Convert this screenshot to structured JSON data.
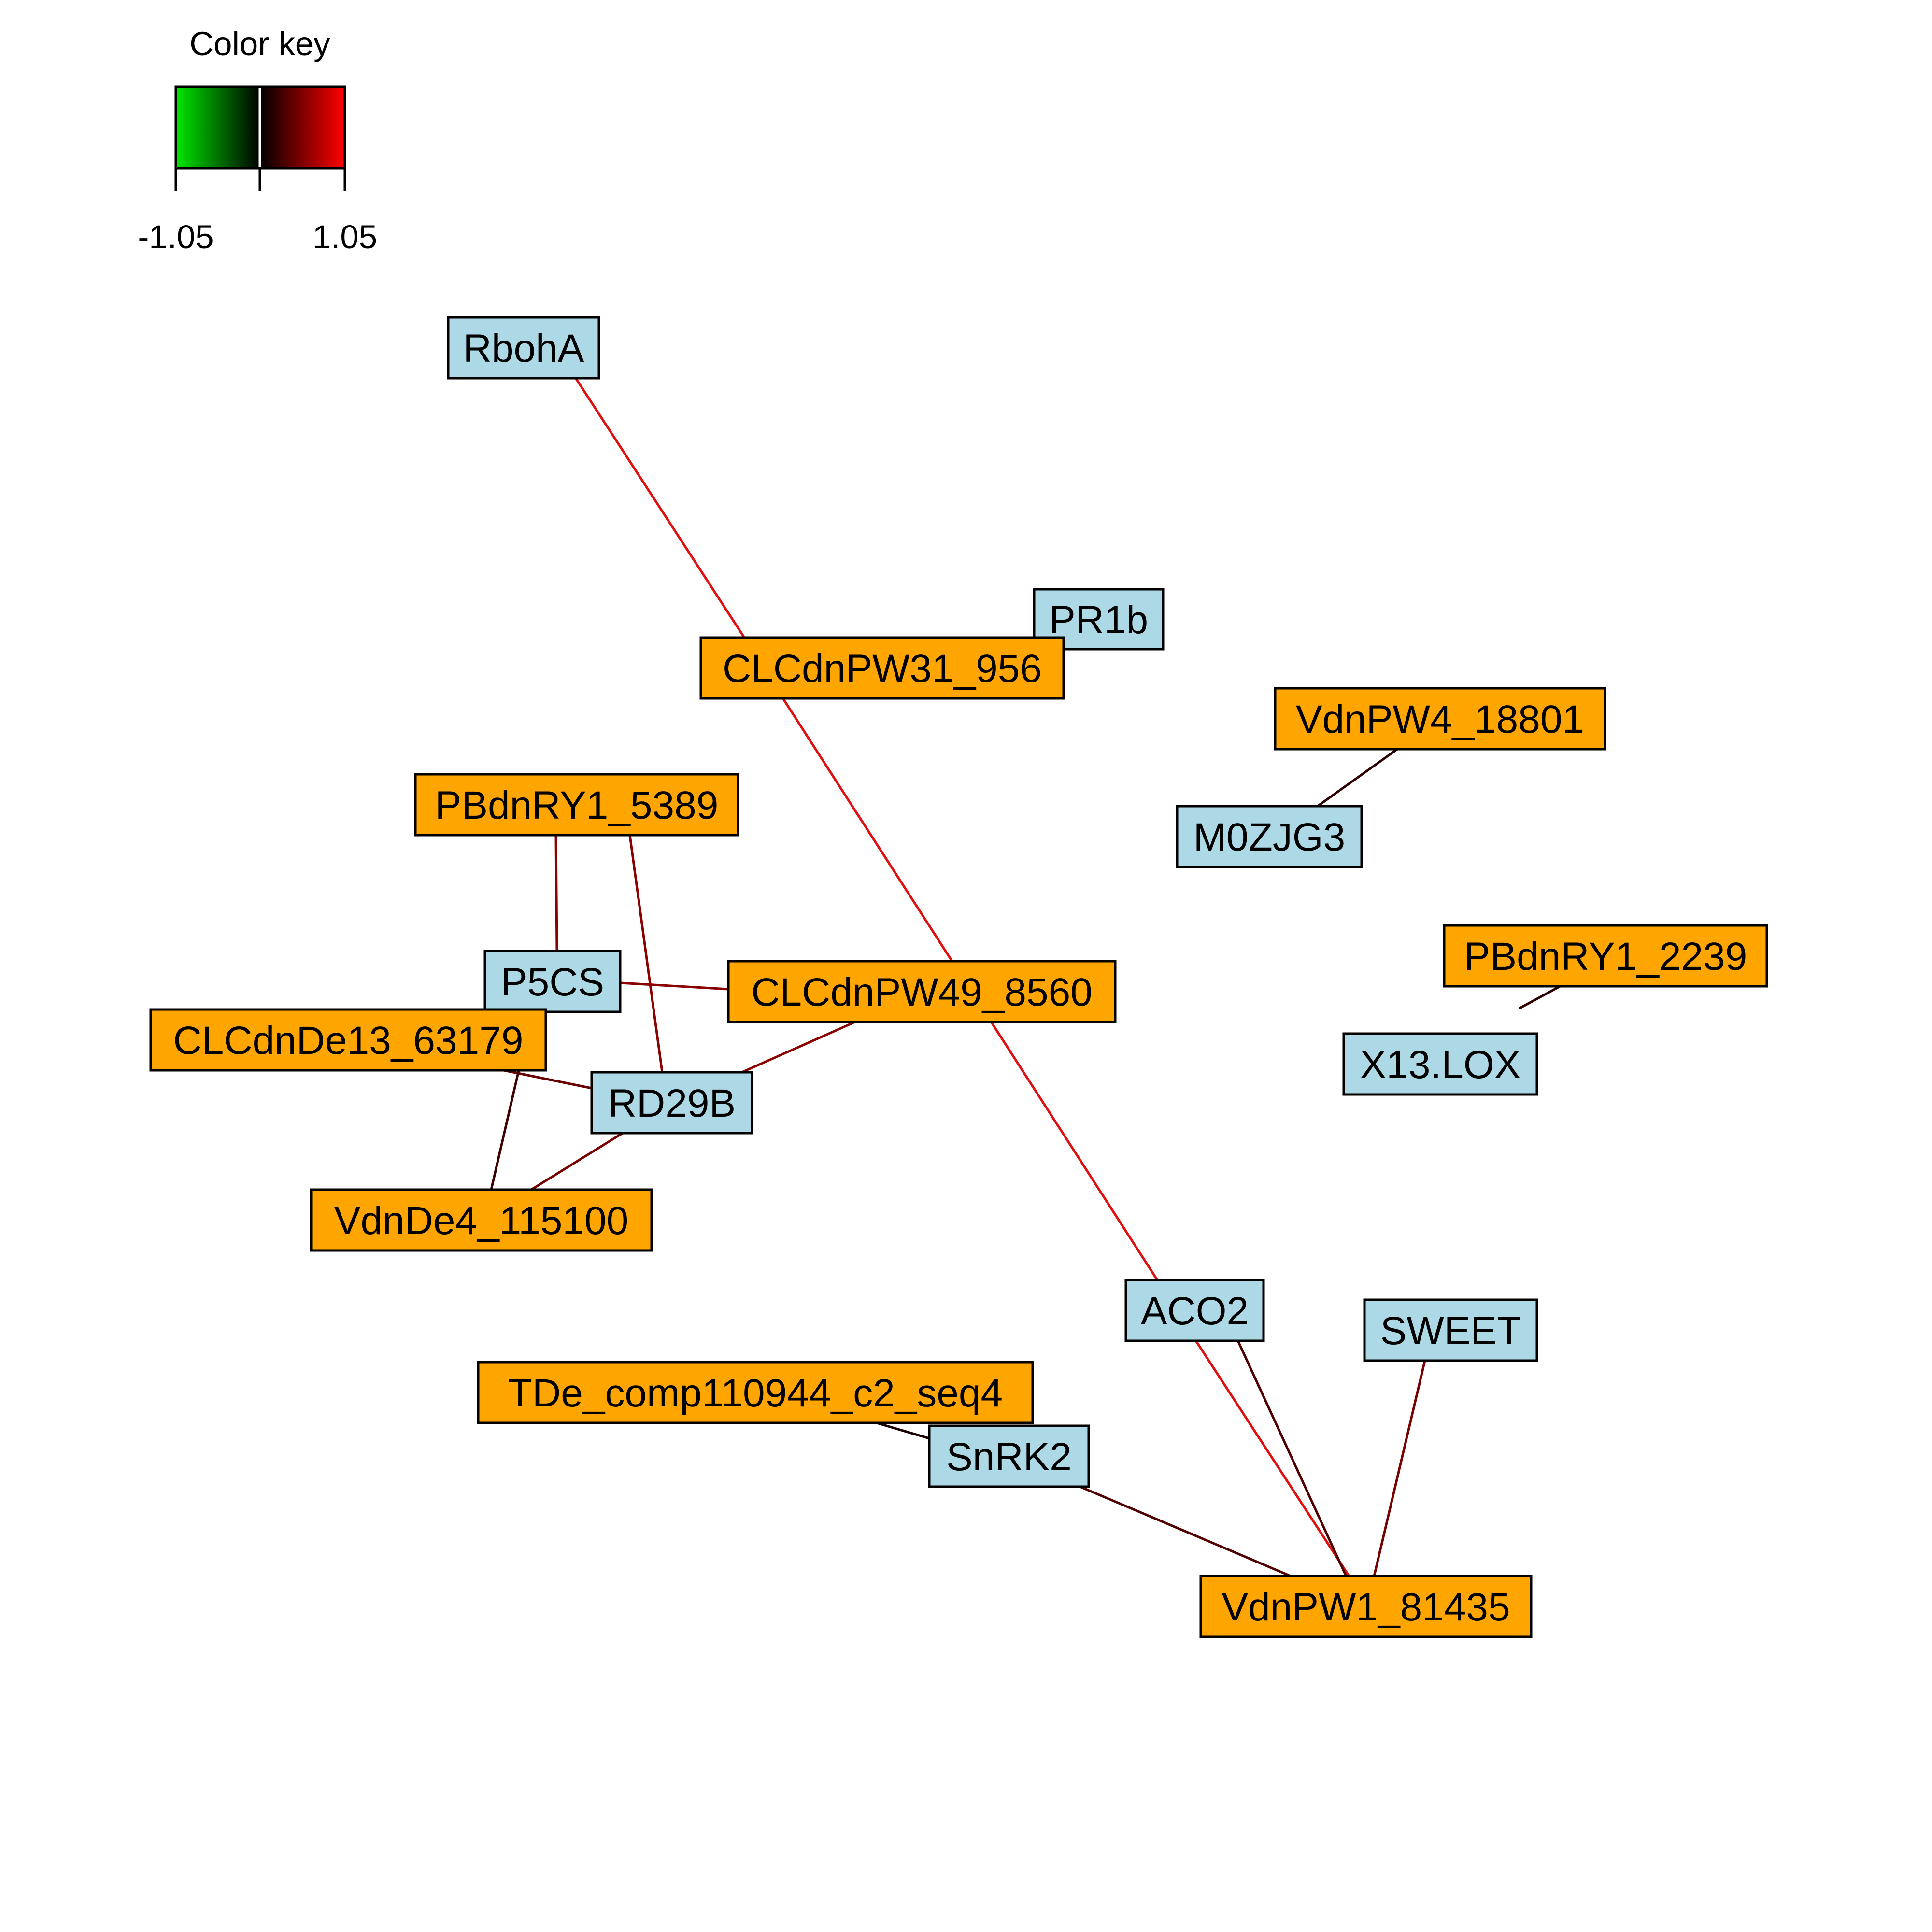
{
  "legend": {
    "title": "Color key",
    "ticks": {
      "min": "-1.05",
      "max": "1.05"
    },
    "colors": {
      "low": "#00e600",
      "mid": "#000000",
      "high": "#ff0000"
    }
  },
  "node_colors": {
    "gene": "#add8e6",
    "transcript": "#ffa500",
    "border": "#000000"
  },
  "nodes": [
    {
      "id": "RbohA",
      "label": "RbohA",
      "type": "gene"
    },
    {
      "id": "PR1b",
      "label": "PR1b",
      "type": "gene"
    },
    {
      "id": "CLCdnPW31_956",
      "label": "CLCdnPW31_956",
      "type": "transcript"
    },
    {
      "id": "VdnPW4_18801",
      "label": "VdnPW4_18801",
      "type": "transcript"
    },
    {
      "id": "M0ZJG3",
      "label": "M0ZJG3",
      "type": "gene"
    },
    {
      "id": "PBdnRY1_5389",
      "label": "PBdnRY1_5389",
      "type": "transcript"
    },
    {
      "id": "PBdnRY1_2239",
      "label": "PBdnRY1_2239",
      "type": "transcript"
    },
    {
      "id": "P5CS",
      "label": "P5CS",
      "type": "gene"
    },
    {
      "id": "CLCdnPW49_8560",
      "label": "CLCdnPW49_8560",
      "type": "transcript"
    },
    {
      "id": "CLCdnDe13_63179",
      "label": "CLCdnDe13_63179",
      "type": "transcript"
    },
    {
      "id": "X13.LOX",
      "label": "X13.LOX",
      "type": "gene"
    },
    {
      "id": "RD29B",
      "label": "RD29B",
      "type": "gene"
    },
    {
      "id": "VdnDe4_115100",
      "label": "VdnDe4_115100",
      "type": "transcript"
    },
    {
      "id": "ACO2",
      "label": "ACO2",
      "type": "gene"
    },
    {
      "id": "SWEET",
      "label": "SWEET",
      "type": "gene"
    },
    {
      "id": "TDe_comp110944_c2_seq4",
      "label": "TDe_comp110944_c2_seq4",
      "type": "transcript"
    },
    {
      "id": "SnRK2",
      "label": "SnRK2",
      "type": "gene"
    },
    {
      "id": "VdnPW1_81435",
      "label": "VdnPW1_81435",
      "type": "transcript"
    }
  ],
  "edges": [
    {
      "from": "RbohA",
      "to": "CLCdnPW31_956",
      "color": "#e01010"
    },
    {
      "from": "CLCdnPW31_956",
      "to": "PR1b",
      "color": "#200000"
    },
    {
      "from": "CLCdnPW31_956",
      "to": "ACO2",
      "color": "#e01010"
    },
    {
      "from": "VdnPW4_18801",
      "to": "M0ZJG3",
      "color": "#300000"
    },
    {
      "from": "PBdnRY1_5389",
      "to": "P5CS",
      "color": "#8b0000"
    },
    {
      "from": "PBdnRY1_5389",
      "to": "RD29B",
      "color": "#8b0000"
    },
    {
      "from": "P5CS",
      "to": "CLCdnPW49_8560",
      "color": "#8b0000"
    },
    {
      "from": "P5CS",
      "to": "CLCdnDe13_63179",
      "color": "#500000"
    },
    {
      "from": "CLCdnPW49_8560",
      "to": "RD29B",
      "color": "#8b0000"
    },
    {
      "from": "CLCdnDe13_63179",
      "to": "RD29B",
      "color": "#6a0000"
    },
    {
      "from": "CLCdnDe13_63179",
      "to": "VdnDe4_115100",
      "color": "#400000"
    },
    {
      "from": "RD29B",
      "to": "VdnDe4_115100",
      "color": "#7a0000"
    },
    {
      "from": "PBdnRY1_2239",
      "to": "X13.LOX",
      "color": "#300000"
    },
    {
      "from": "ACO2",
      "to": "VdnPW1_81435",
      "color": "#e01010"
    },
    {
      "from": "ACO2",
      "to": "VdnPW1_81435",
      "color": "#500000"
    },
    {
      "from": "SWEET",
      "to": "VdnPW1_81435",
      "color": "#7a0000"
    },
    {
      "from": "TDe_comp110944_c2_seq4",
      "to": "SnRK2",
      "color": "#1a0000"
    },
    {
      "from": "SnRK2",
      "to": "VdnPW1_81435",
      "color": "#500000"
    }
  ]
}
